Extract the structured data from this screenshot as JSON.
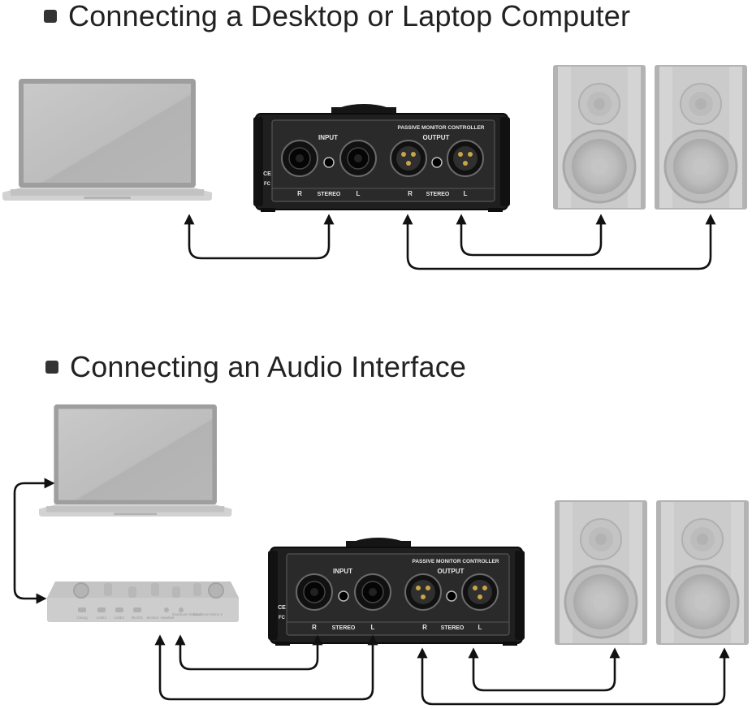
{
  "sections": [
    {
      "title": "Connecting a Desktop or Laptop Computer",
      "controller": {
        "brand": "PASSIVE MONITOR CONTROLLER",
        "input_label": "INPUT",
        "output_label": "OUTPUT",
        "bottom_labels": [
          "R",
          "STEREO",
          "L",
          "R",
          "STEREO",
          "L"
        ],
        "marks": [
          "CE",
          "FC"
        ]
      }
    },
    {
      "title": "Connecting an Audio Interface",
      "controller": {
        "brand": "PASSIVE MONITOR CONTROLLER",
        "input_label": "INPUT",
        "output_label": "OUTPUT",
        "bottom_labels": [
          "R",
          "STEREO",
          "L",
          "R",
          "STEREO",
          "L"
        ],
        "marks": [
          "CE",
          "FC"
        ]
      },
      "interface_labels": [
        "Chang",
        "LINE1",
        "LINE2",
        "MUSIC",
        "Monitor",
        "Headset",
        "Earphone Mono 1",
        "Earphone Mono 2"
      ]
    }
  ],
  "colors": {
    "device_gray": "#c6c6c6",
    "controller_body": "#1c1c1c",
    "arrow": "#111111"
  },
  "icons": [
    "laptop-icon",
    "speaker-icon",
    "controller-icon",
    "audio-interface-icon",
    "arrow-icon"
  ]
}
